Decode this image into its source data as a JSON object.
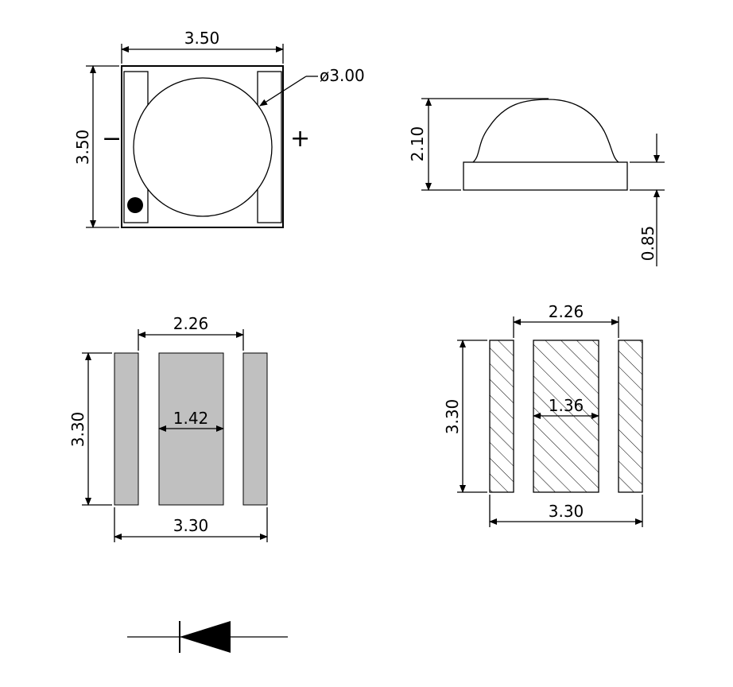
{
  "top_view": {
    "width_label": "3.50",
    "height_label": "3.50",
    "lens_diameter_label": "ø3.00",
    "minus_sign": "−",
    "plus_sign": "+"
  },
  "side_view": {
    "height_label": "2.10",
    "base_height_label": "0.85"
  },
  "pad_layout_left": {
    "top_width_label": "2.26",
    "center_pad_width_label": "1.42",
    "height_label": "3.30",
    "bottom_width_label": "3.30",
    "pad_fill": "#c0c0c0"
  },
  "pad_layout_right": {
    "top_width_label": "2.26",
    "center_pad_width_label": "1.36",
    "height_label": "3.30",
    "bottom_width_label": "3.30"
  },
  "diode_symbol": "diode-symbol"
}
